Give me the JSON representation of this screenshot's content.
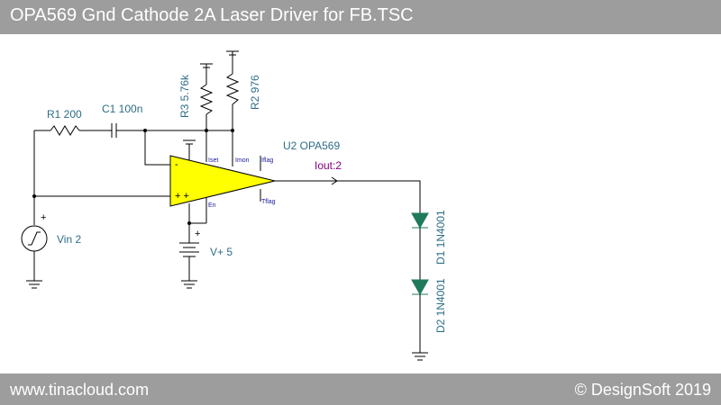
{
  "title": "OPA569 Gnd Cathode 2A Laser Driver for FB.TSC",
  "footer": {
    "left": "www.tinacloud.com",
    "right": "© DesignSoft 2019"
  },
  "colors": {
    "bars": "#9d9d9d",
    "label": "#2e6d86",
    "opamp_fill": "#ffff00",
    "diode": "#1e7a5a",
    "probe": "#800080"
  },
  "components": {
    "r1": "R1 200",
    "c1": "C1 100n",
    "r3": "R3 5.76k",
    "r2": "R2 976",
    "u2": "U2 OPA569",
    "vin": "Vin 2",
    "vplus": "V+ 5",
    "d1": "D1 1N4001",
    "d2": "D2 1N4001"
  },
  "probe": "Iout:2",
  "pins": {
    "iset": "Iset",
    "imon": "Imon",
    "iflag": "Iflag",
    "tflag": "Tflag",
    "en": "En",
    "minus": "-",
    "plus": "+ +"
  },
  "signs": {
    "vin_plus": "+",
    "battery_plus": "+"
  }
}
